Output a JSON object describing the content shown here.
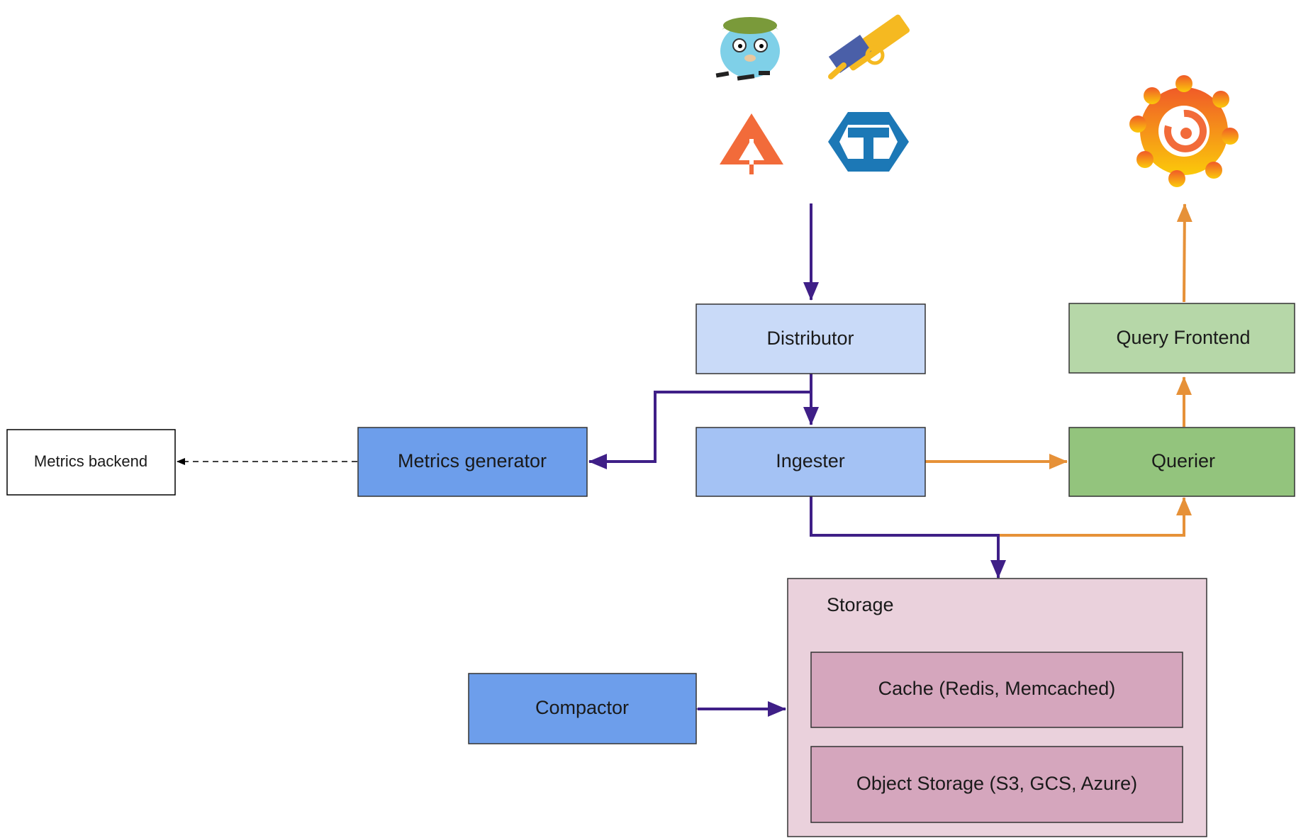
{
  "nodes": {
    "distributor": "Distributor",
    "ingester": "Ingester",
    "querier": "Querier",
    "query_frontend": "Query Frontend",
    "metrics_generator": "Metrics generator",
    "metrics_backend": "Metrics backend",
    "compactor": "Compactor",
    "storage": "Storage",
    "cache": "Cache (Redis, Memcached)",
    "object_storage": "Object Storage (S3, GCS, Azure)"
  },
  "icons": [
    "jaeger-gopher-icon",
    "telescope-icon",
    "opentelemetry-icon",
    "otel-t-icon",
    "grafana-icon"
  ],
  "colors": {
    "write_path": "#3f1f87",
    "read_path": "#e69138",
    "distributor": "#c9daf8",
    "ingester": "#a4c2f4",
    "metrics_generator": "#6d9eeb",
    "compactor": "#6d9eeb",
    "querier": "#93c47d",
    "query_frontend": "#b6d7a8",
    "storage": "#ead1dc",
    "storage_inner": "#d5a6bd"
  }
}
